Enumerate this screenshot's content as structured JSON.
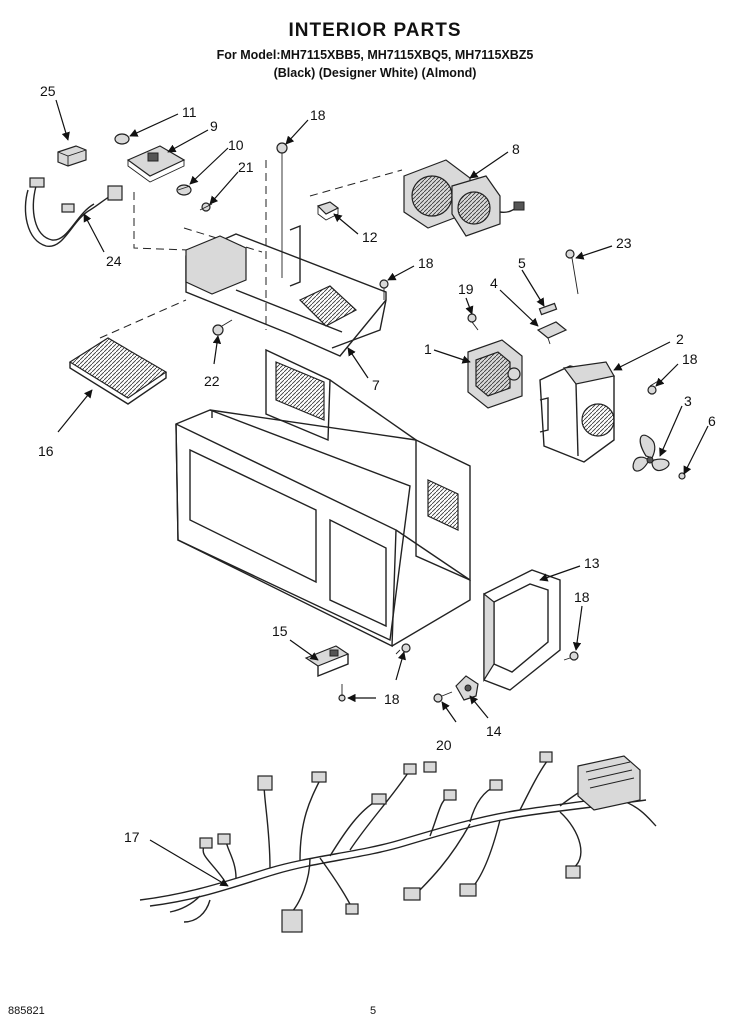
{
  "header": {
    "title": "INTERIOR PARTS",
    "models": "For Model:MH7115XBB5, MH7115XBQ5, MH7115XBZ5",
    "colors": "(Black)     (Designer White)  (Almond)"
  },
  "callouts": [
    "1",
    "2",
    "3",
    "4",
    "5",
    "6",
    "7",
    "8",
    "9",
    "10",
    "11",
    "12",
    "13",
    "14",
    "15",
    "16",
    "17",
    "18",
    "19",
    "20",
    "21",
    "22",
    "23",
    "24",
    "25"
  ],
  "callout_18_instances": [
    "18",
    "18",
    "18",
    "18",
    "18"
  ],
  "footer": {
    "doc_code": "885821",
    "page_number": "5"
  },
  "colors": {
    "ink": "#111111",
    "background": "#ffffff"
  }
}
